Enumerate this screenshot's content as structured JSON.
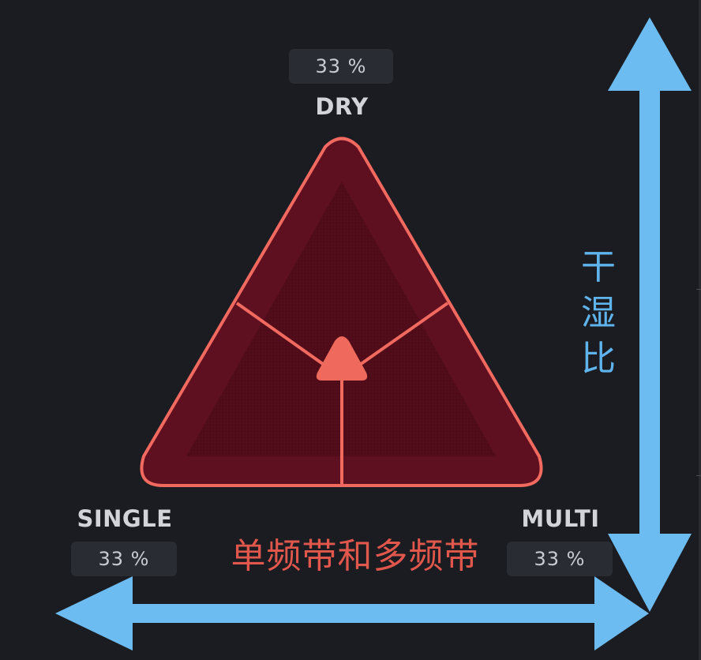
{
  "mix_control": {
    "dry": {
      "label": "DRY",
      "value": "33 %"
    },
    "single": {
      "label": "SINGLE",
      "value": "33 %"
    },
    "multi": {
      "label": "MULTI",
      "value": "33 %"
    }
  },
  "annotations": {
    "horizontal": "单频带和多频带",
    "vertical": [
      "干",
      "湿",
      "比"
    ]
  },
  "colors": {
    "background": "#1b1c21",
    "triangle_fill": "#5e1020",
    "triangle_stroke": "#f26a5f",
    "annotation_red": "#e2574c",
    "arrow_blue": "#6dbcf1"
  },
  "icons": {
    "puck": "triangle-handle-icon",
    "horizontal_arrow": "double-arrow-horizontal-icon",
    "vertical_arrow": "double-arrow-vertical-icon"
  }
}
